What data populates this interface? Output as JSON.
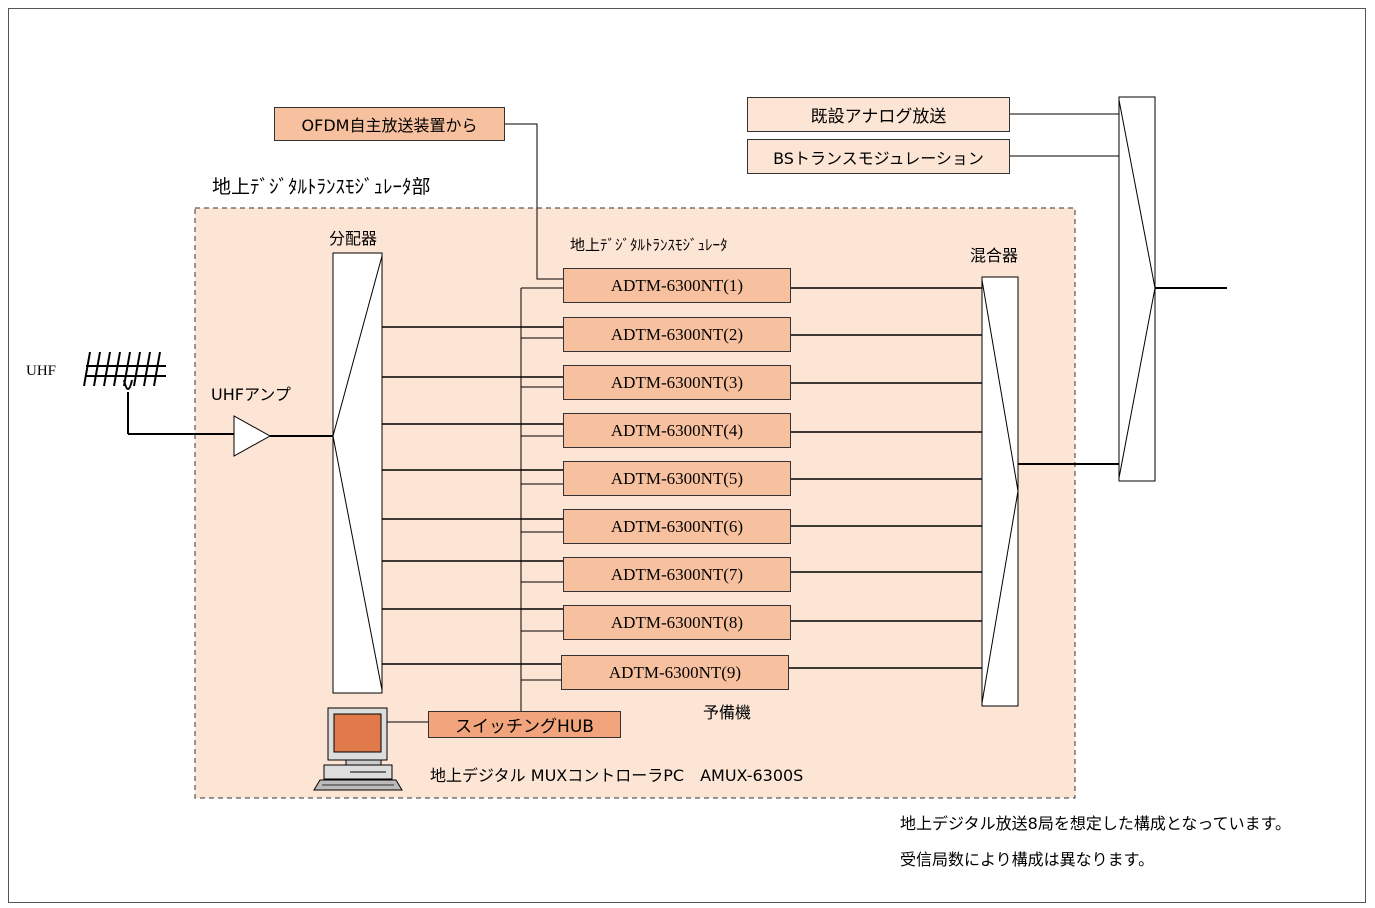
{
  "labels": {
    "uhf": "UHF",
    "uhf_amp": "UHFアンプ",
    "section_title": "地上ﾃﾞｼﾞﾀﾙﾄﾗﾝｽﾓｼﾞｭﾚｰﾀ部",
    "splitter": "分配器",
    "modulator_group": "地上ﾃﾞｼﾞﾀﾙﾄﾗﾝｽﾓｼﾞｭﾚｰﾀ",
    "mixer": "混合器",
    "spare": "予備機",
    "controller_pc": "地上デジタル MUXコントローラPC　AMUX-6300S"
  },
  "sources": {
    "ofdm": "OFDM自主放送装置から",
    "analog": "既設アナログ放送",
    "bs": "BSトランスモジュレーション"
  },
  "hub": "スイッチングHUB",
  "modules": [
    "ADTM-6300NT(1)",
    "ADTM-6300NT(2)",
    "ADTM-6300NT(3)",
    "ADTM-6300NT(4)",
    "ADTM-6300NT(5)",
    "ADTM-6300NT(6)",
    "ADTM-6300NT(7)",
    "ADTM-6300NT(8)",
    "ADTM-6300NT(9)"
  ],
  "notes": {
    "line1": "地上デジタル放送8局を想定した構成となっています。",
    "line2": "受信局数により構成は異なります。"
  },
  "colors": {
    "section_fill": "#fde5d6",
    "module_fill": "#f7c09f",
    "hub_fill": "#f2a57c",
    "source_fill": "#f7c09f"
  }
}
